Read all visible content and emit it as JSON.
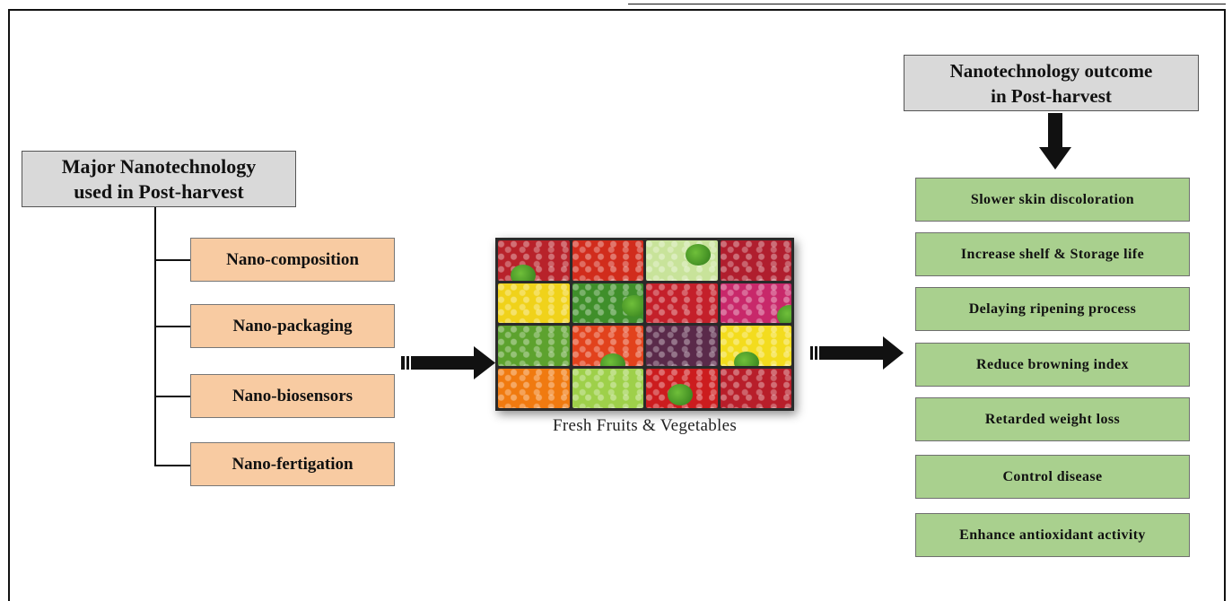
{
  "left_panel": {
    "title_line1": "Major Nanotechnology",
    "title_line2": "used in Post-harvest",
    "items": [
      {
        "label": "Nano-composition"
      },
      {
        "label": "Nano-packaging"
      },
      {
        "label": "Nano-biosensors"
      },
      {
        "label": "Nano-fertigation"
      }
    ]
  },
  "center": {
    "caption": "Fresh Fruits & Vegetables",
    "crate_colors": [
      "#b8222a",
      "#d12c1c",
      "#c8e39a",
      "#b01e2e",
      "#f0d21a",
      "#3f8f2a",
      "#c4202a",
      "#c8286a",
      "#5da22e",
      "#e2421c",
      "#5a2a4a",
      "#f3dc1e",
      "#f07a10",
      "#9ed04a",
      "#cc1c1e",
      "#b81e2a"
    ]
  },
  "right_panel": {
    "title_line1": "Nanotechnology outcome",
    "title_line2": "in Post-harvest",
    "items": [
      {
        "label": "Slower skin discoloration"
      },
      {
        "label": "Increase shelf & Storage life"
      },
      {
        "label": "Delaying ripening process"
      },
      {
        "label": "Reduce browning index"
      },
      {
        "label": "Retarded weight loss"
      },
      {
        "label": "Control disease"
      },
      {
        "label": "Enhance antioxidant activity"
      }
    ]
  },
  "colors": {
    "header_fill": "#d9d9d9",
    "technology_fill": "#f8cba2",
    "outcome_fill": "#a9d08e"
  }
}
